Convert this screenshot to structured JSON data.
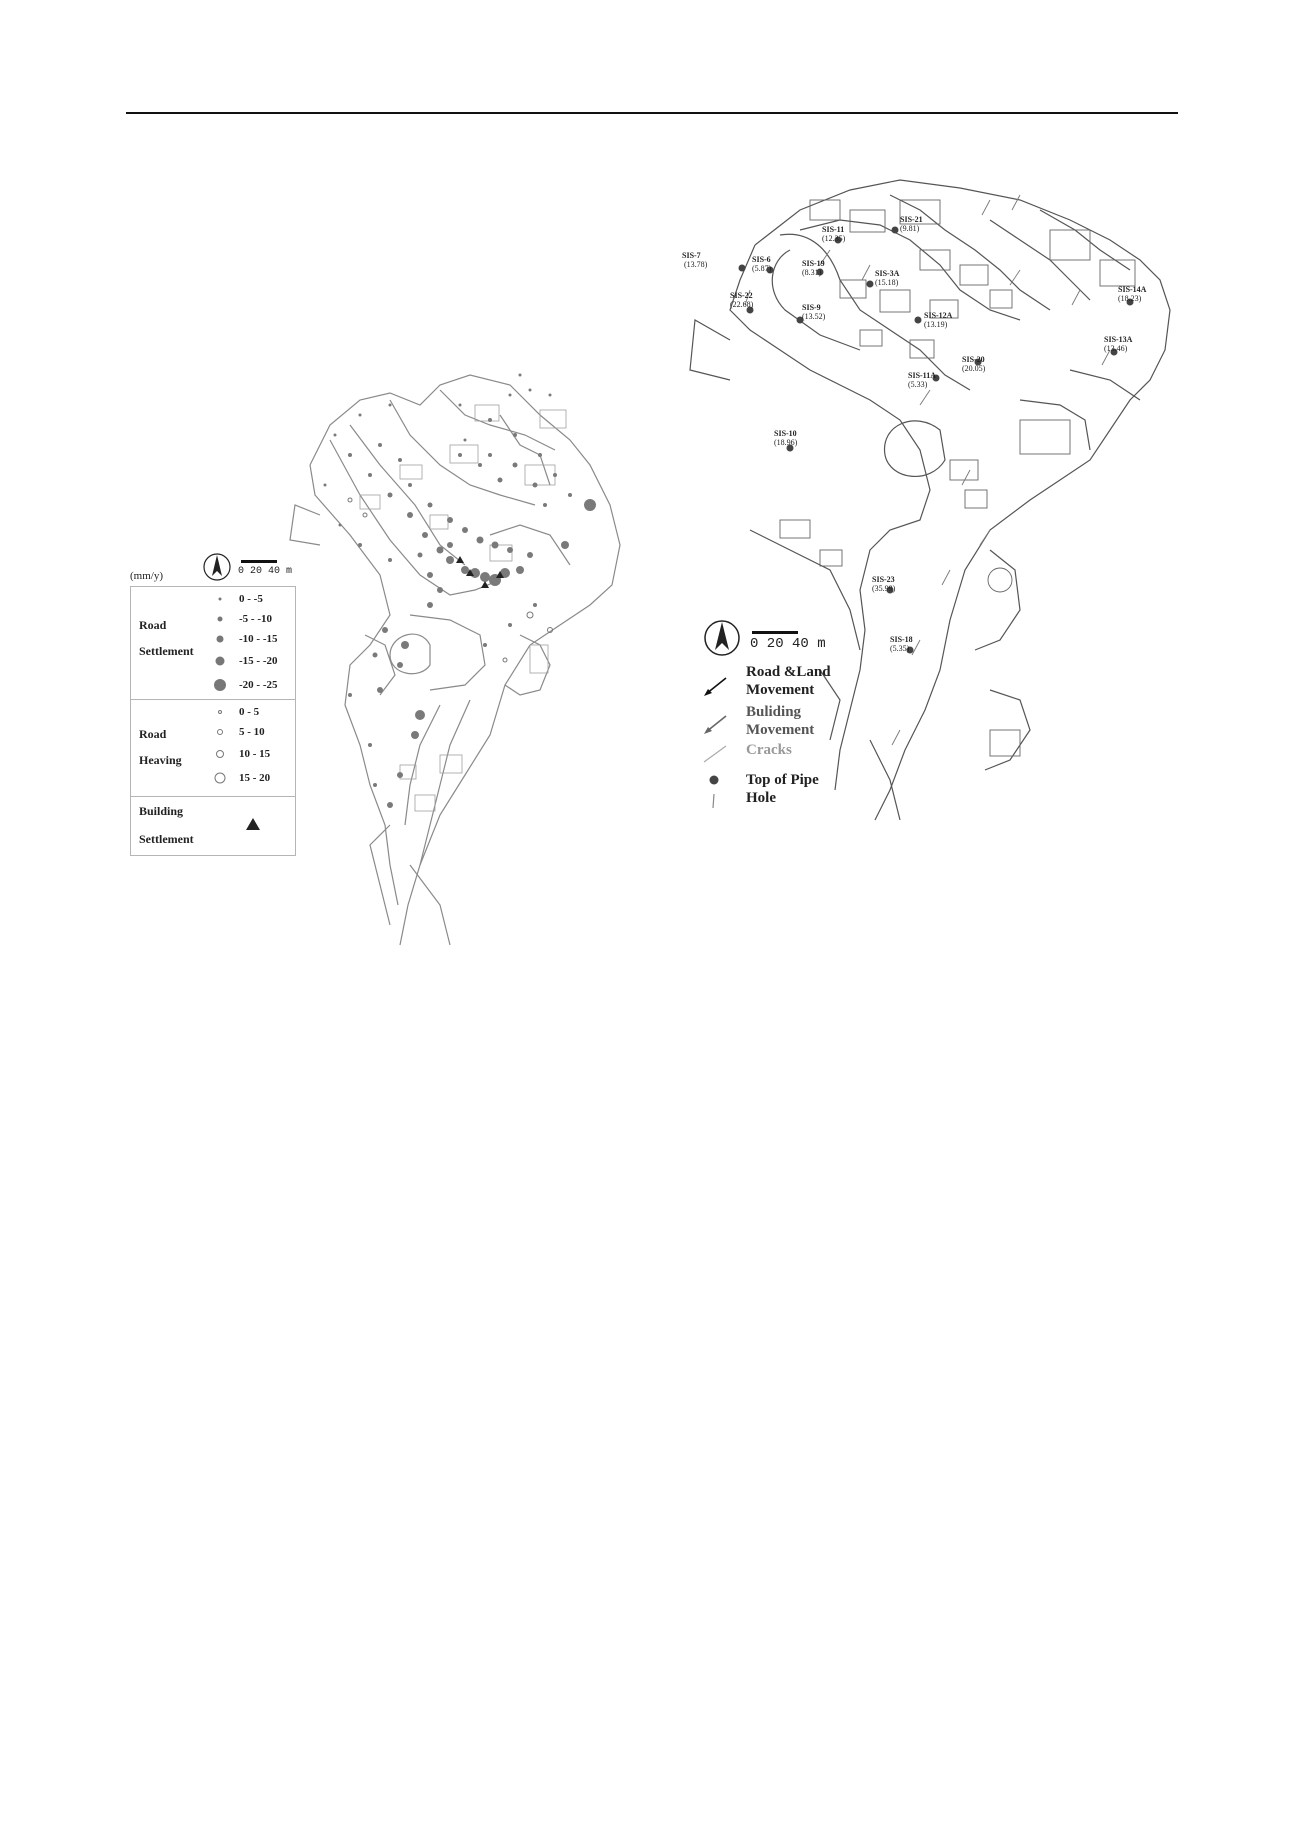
{
  "left_legend": {
    "unit": "(mm/y)",
    "scale_text": "0  20  40 m",
    "road_settlement": {
      "title_line1": "Road",
      "title_line2": "Settlement",
      "classes": [
        "0 - -5",
        "-5 - -10",
        "-10 - -15",
        "-15 - -20",
        "-20 - -25"
      ]
    },
    "road_heaving": {
      "title_line1": "Road",
      "title_line2": "Heaving",
      "classes": [
        "0 - 5",
        "5 - 10",
        "10 - 15",
        "15 - 20"
      ]
    },
    "building_settlement": {
      "title_line1": "Building",
      "title_line2": "Settlement"
    }
  },
  "right_legend": {
    "scale_text": "0  20  40 m",
    "items": [
      {
        "line1": "Road &Land",
        "line2": "Movement"
      },
      {
        "line1": "Buliding",
        "line2": "Movement"
      },
      {
        "line1": "Cracks",
        "line2": ""
      },
      {
        "line1": "Top of Pipe",
        "line2": "Hole"
      }
    ]
  },
  "boreholes": {
    "sis7": {
      "name": "SIS-7",
      "value": "(13.78)"
    },
    "sis6": {
      "name": "SIS-6",
      "value": "(5.87)"
    },
    "sis19": {
      "name": "SIS-19",
      "value": "(8.31)"
    },
    "sis3a": {
      "name": "SIS-3A",
      "value": "(15.18)"
    },
    "sis22": {
      "name": "SIS-22",
      "value": "(22.68)"
    },
    "sis12a": {
      "name": "SIS-12A",
      "value": "(13.19)"
    },
    "sis14a": {
      "name": "SIS-14A",
      "value": "(18.23)"
    },
    "sis13a": {
      "name": "SIS-13A",
      "value": "(13.46)"
    },
    "sis20": {
      "name": "SIS-20",
      "value": "(20.05)"
    },
    "sis11a": {
      "name": "SIS-11A",
      "value": "(5.33)"
    },
    "sis10": {
      "name": "SIS-10",
      "value": "(18.96)"
    },
    "sis23": {
      "name": "SIS-23",
      "value": "(35.99)"
    },
    "sis18": {
      "name": "SIS-18",
      "value": "(5.35)"
    },
    "sis11": {
      "name": "SIS-11",
      "value": "(12.35)"
    },
    "sis21": {
      "name": "SIS-21",
      "value": "(9.81)"
    },
    "sis9": {
      "name": "SIS-9",
      "value": "(13.52)"
    }
  }
}
